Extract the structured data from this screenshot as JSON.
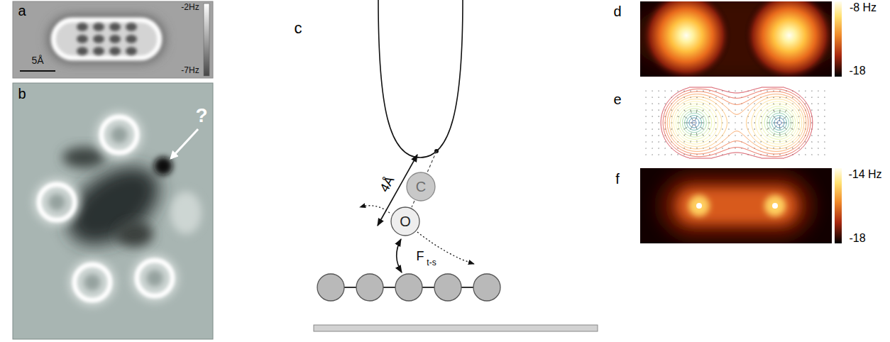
{
  "diagram": {
    "nodes": [
      {
        "text": [
          "C"
        ]
      },
      {
        "text": [
          "O"
        ]
      }
    ],
    "edges": [
      {
        "from": 0,
        "to": 1,
        "arrow": "none"
      }
    ],
    "labels": [
      "a",
      "-2Hz",
      "-7Hz",
      "5Å",
      "b",
      "?",
      "c",
      "4Å",
      "F",
      "t-s",
      "d",
      "-8 Hz",
      "-18",
      "e",
      "f",
      "-14 Hz",
      "-18"
    ]
  }
}
